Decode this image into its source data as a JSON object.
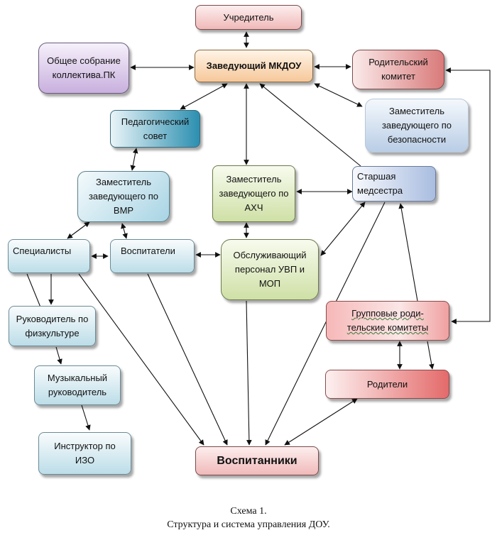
{
  "nodes": {
    "uchreditel": "Учредитель",
    "zaveduyuschiy": "Заведующий МКДОУ",
    "obschee_sobranie": "Общее собрание коллектива.ПК",
    "roditelskiy_komitet": "Родительский комитет",
    "zam_bezopasnost": "Заместитель заведующего по безопасности",
    "ped_sovet": "Педагогический совет",
    "zam_vmr": "Заместитель заведующего по ВМР",
    "zam_ahch": "Заместитель заведующего по АХЧ",
    "st_medsestra": "Старшая медсестра",
    "specialisty": "Специалисты",
    "vospitateli": "Воспитатели",
    "obsluzh_personal": "Обслуживающий персонал УВП и МОП",
    "gruppovye_1": "Групповые роди-",
    "gruppovye_2": "тельские комитеты",
    "ruk_fizkultura": "Руководитель по физкультуре",
    "roditeli": "Родители",
    "muz_ruk": "Музыкальный руководитель",
    "instruktor_izo": "Инструктор по ИЗО",
    "vospitanniki": "Воспитанники"
  },
  "caption": {
    "line1": "Схема 1.",
    "line2": "Структура и система управления ДОУ."
  }
}
